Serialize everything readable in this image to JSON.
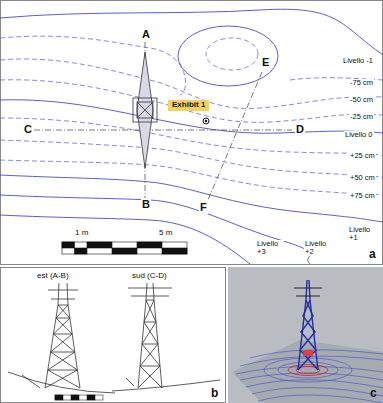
{
  "diagram": {
    "nodes": [
      {
        "text": [
          "Exhibit 1"
        ]
      }
    ],
    "edges": [],
    "labels": [
      "A",
      "B",
      "C",
      "D",
      "E",
      "F",
      "Livello -1",
      "-75 cm",
      "-50 cm",
      "-25 cm",
      "Livello 0",
      "+25 cm",
      "+50 cm",
      "+75 cm",
      "Livello +1",
      "1 m",
      "5 m",
      "Livello +3",
      "Livello +2",
      "a",
      "est (A-B)",
      "sud (C-D)",
      "b",
      "c"
    ]
  }
}
